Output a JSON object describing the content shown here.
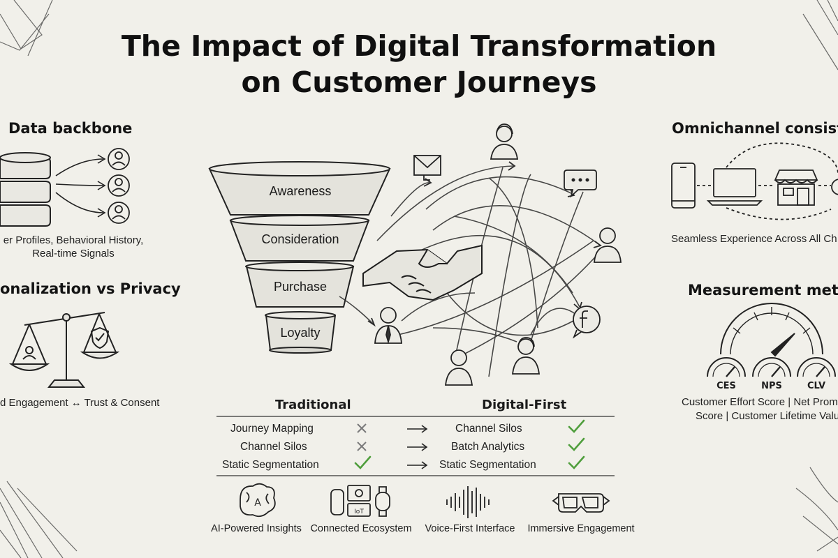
{
  "title": {
    "line1": "The Impact of Digital Transformation",
    "line2": "on Customer Journeys"
  },
  "data_backbone": {
    "heading": "Data backbone",
    "caption_line1": "er Profiles, Behavioral History,",
    "caption_line2": "Real-time Signals"
  },
  "personalization": {
    "heading": "onalization vs Privacy",
    "caption": "d Engagement ↔ Trust & Consent"
  },
  "omnichannel": {
    "heading": "Omnichannel consiste",
    "caption": "Seamless Experience Across All Ch"
  },
  "measurement": {
    "heading": "Measurement metri",
    "gauges": [
      "CES",
      "NPS",
      "CLV"
    ],
    "caption_line1": "Customer Effort Score | Net Prom",
    "caption_line2": "Score | Customer Lifetime Valu"
  },
  "funnel": {
    "stages": [
      "Awareness",
      "Consideration",
      "Purchase",
      "Loyalty"
    ]
  },
  "comparison": {
    "left_header": "Traditional",
    "right_header": "Digital-First",
    "rows": [
      {
        "left": "Journey Mapping",
        "left_mark": "cross",
        "right": "Channel Silos",
        "right_mark": "check"
      },
      {
        "left": "Channel Silos",
        "left_mark": "cross",
        "right": "Batch Analytics",
        "right_mark": "check"
      },
      {
        "left": "Static Segmentation",
        "left_mark": "check",
        "right": "Static Segmentation",
        "right_mark": "check"
      }
    ]
  },
  "trends": [
    {
      "label": "AI-Powered Insights",
      "icon": "ai-brain-icon"
    },
    {
      "label": "Connected Ecosystem",
      "icon": "iot-devices-icon"
    },
    {
      "label": "Voice-First Interface",
      "icon": "sound-wave-icon"
    },
    {
      "label": "Immersive Engagement",
      "icon": "vr-headset-icon"
    }
  ],
  "colors": {
    "check": "#4f9e3c",
    "cross": "#7a7a7a",
    "ink": "#1b1b1b",
    "background": "#f1f0ea"
  }
}
